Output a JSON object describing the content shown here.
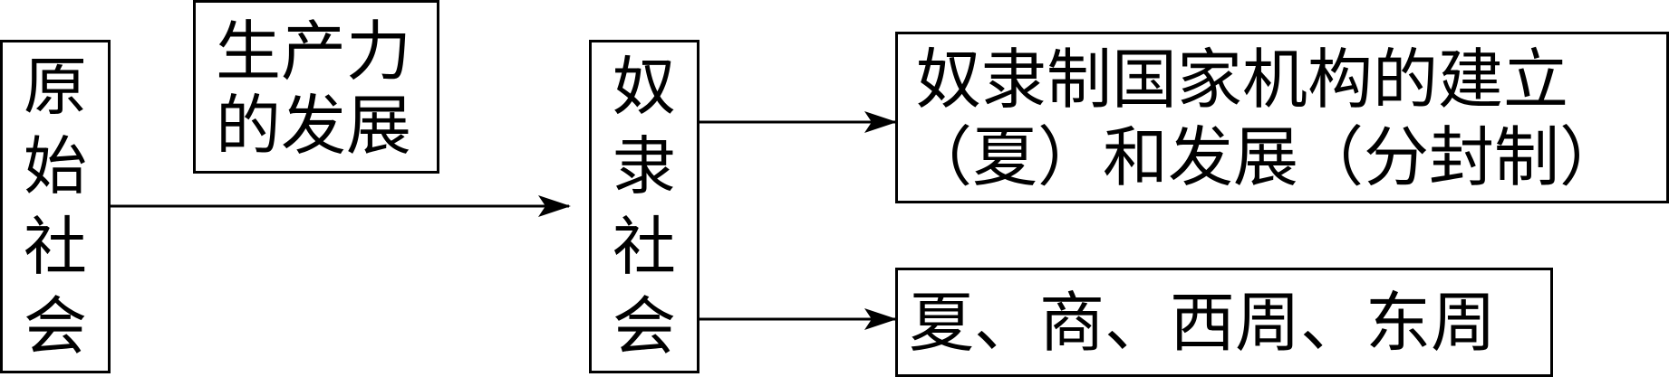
{
  "nodes": {
    "primitive_society": [
      "原",
      "始",
      "社",
      "会"
    ],
    "driver": {
      "line1": "生产力",
      "line2": "的发展"
    },
    "slave_society": [
      "奴",
      "隶",
      "社",
      "会"
    ],
    "state_apparatus": {
      "line1": "奴隶制国家机构的建立",
      "line2": "（夏）和发展（分封制）"
    },
    "dynasties": "夏、商、西周、东周"
  }
}
